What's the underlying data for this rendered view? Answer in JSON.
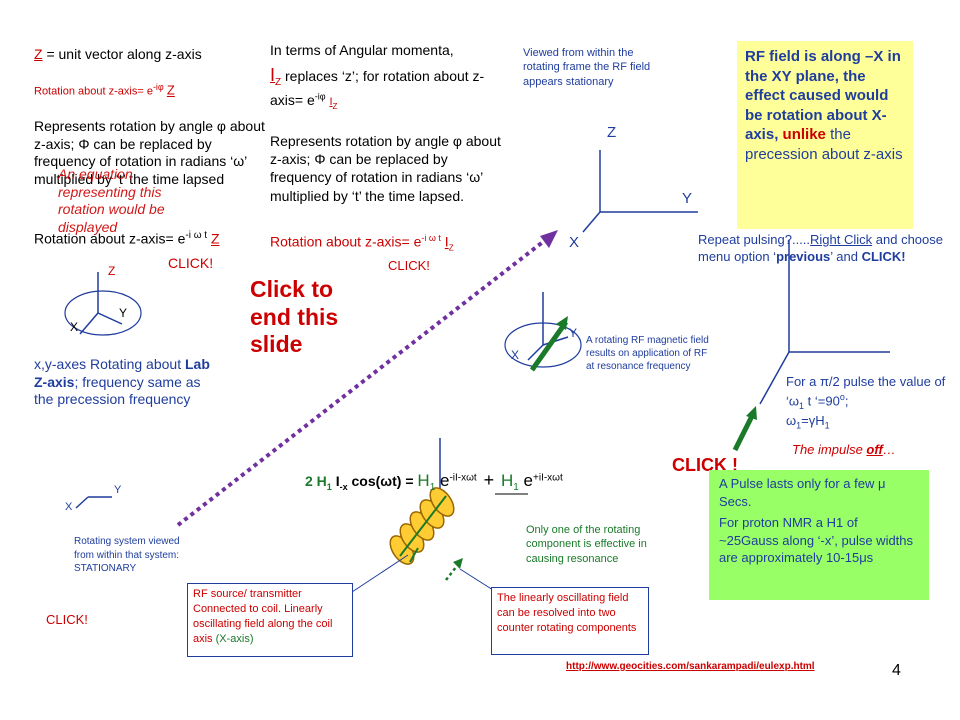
{
  "col1": {
    "zdef": "Z = unit vector along z-axis",
    "rot_label": "Rotation about z-axis= e",
    "rot_exp": "-iφ",
    "rot_z": "Z",
    "desc": "Represents rotation by angle φ about z-axis; Φ can be replaced by frequency of rotation in radians ‘ω’ multiplied by ‘t’ the time lapsed",
    "overlay": "An equation representing this rotation would be displayed",
    "rot2_label": "Rotation about z-axis= e",
    "rot2_exp": "-i ω t",
    "rot2_z": "Z",
    "click": "CLICK!"
  },
  "col2": {
    "intro": "In terms of Angular momenta,",
    "iz": "I",
    "iz_sub": "Z",
    "replaces": "replaces ‘z’; for rotation about z-axis= e",
    "exp": "-iφ",
    "iz2": "I",
    "iz2_sub": "Z",
    "desc": "Represents rotation by angle φ about z-axis; Φ can be replaced by frequency of rotation in radians ‘ω’ multiplied by ‘t’ the time lapsed.",
    "rot_label": "Rotation about z-axis= e",
    "rot_exp": "-i ω t",
    "rot_iz": "I",
    "rot_iz_sub": "Z",
    "click": "CLICK!"
  },
  "rotframe_note": "Viewed from within the rotating frame the RF field appears stationary",
  "rf_box": {
    "line1": "RF field is along –X in the XY plane, the effect caused would be rotation about X-axis,",
    "unlike": "unlike",
    "line2": "the precession about z-axis"
  },
  "repeat": {
    "prefix": "Repeat pulsing?.....",
    "right_click": "Right Click",
    "middle": " and choose menu option ‘",
    "previous": "previous",
    "suffix": "’ and ",
    "click": "CLICK!"
  },
  "end_slide": "Click to end this slide",
  "axes_labels": {
    "z": "Z",
    "y": "Y",
    "x": "X"
  },
  "rotating_desc": "x,y-axes Rotating about Lab Z-axis; frequency same as the precession frequency",
  "lab_z": "Lab Z-axis",
  "rf_field_note": "A rotating RF magnetic field results on application of RF at resonance frequency",
  "pulse": {
    "line1": "For a π/2 pulse the value of ‘ω",
    "sub1": "1",
    "line1b": " t ‘=90",
    "deg": "o",
    "line1c": ";",
    "line2": "ω",
    "sub2": "1",
    "line2b": "=γH",
    "sub3": "1",
    "impulse": "The impulse ",
    "off": "off",
    "dots": "…"
  },
  "click_big": "CLICK !",
  "green_box": {
    "p1": "A Pulse lasts only for a few μ Secs.",
    "p2": "For proton NMR a H1 of ~25Gauss along ‘-x’, pulse widths are approximately 10-15μs"
  },
  "equation": {
    "lhs": "2 H",
    "lhs_sub": "1",
    "lhs_i": " I",
    "lhs_isub": "-x",
    "lhs_cos": " cos(ωt) =",
    "h1": "H",
    "h1sub": "1",
    "e1": " e",
    "e1exp": "-iI-xωt",
    "plus": "+",
    "h2": "H",
    "h2sub": "1",
    "e2": " e",
    "e2exp": "+iI-xωt"
  },
  "only_one": "Only one of the rotating component is effective in causing resonance",
  "stationary": "Rotating system viewed from within that system: STATIONARY",
  "click_bottom": "CLICK!",
  "rf_source": "RF source/ transmitter Connected to coil. Linearly oscillating field along the coil axis",
  "rf_source_axis": "(X-axis)",
  "linear_box": "The linearly oscillating field can be resolved into two counter rotating components",
  "url": "http://www.geocities.com/sankarampadi/eulexp.html",
  "page_num": "4"
}
